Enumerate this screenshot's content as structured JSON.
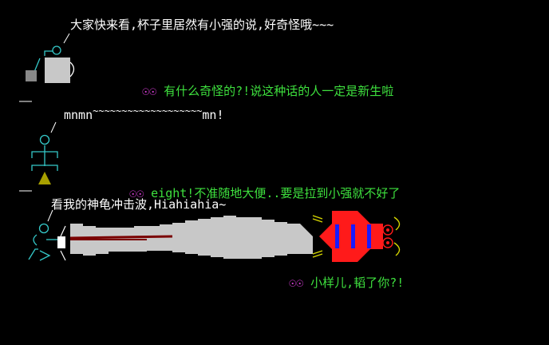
{
  "scene1": {
    "caption": "大家快来看,杯子里居然有小强的说,好奇怪哦~~~",
    "reply_eyes": "☉☉",
    "reply": "有什么奇怪的?!说这种话的人一定是新生啦"
  },
  "scene2": {
    "caption_start": "mnmn",
    "caption_waves": "~~~~~~~~~~~~~~~~~~~",
    "caption_end": "mn!",
    "reply_eyes": "☉☉",
    "reply": "eight!不准随地大便..要是拉到小强就不好了"
  },
  "scene3": {
    "caption": "看我的神龟冲击波,Hiahiahia~",
    "reply_eyes": "☉☉",
    "reply": "小样儿,韬了你?!"
  },
  "colors": {
    "background": "#000000",
    "speech_text": "#ffffff",
    "reply_text": "#3ee03e",
    "eyes": "#e040e0",
    "figure": "#35c9c9",
    "beam": "#c8c8c8",
    "cockroach_body": "#ff1a1a",
    "cockroach_stripes": "#1a1aff",
    "antennae": "#d8d800"
  }
}
